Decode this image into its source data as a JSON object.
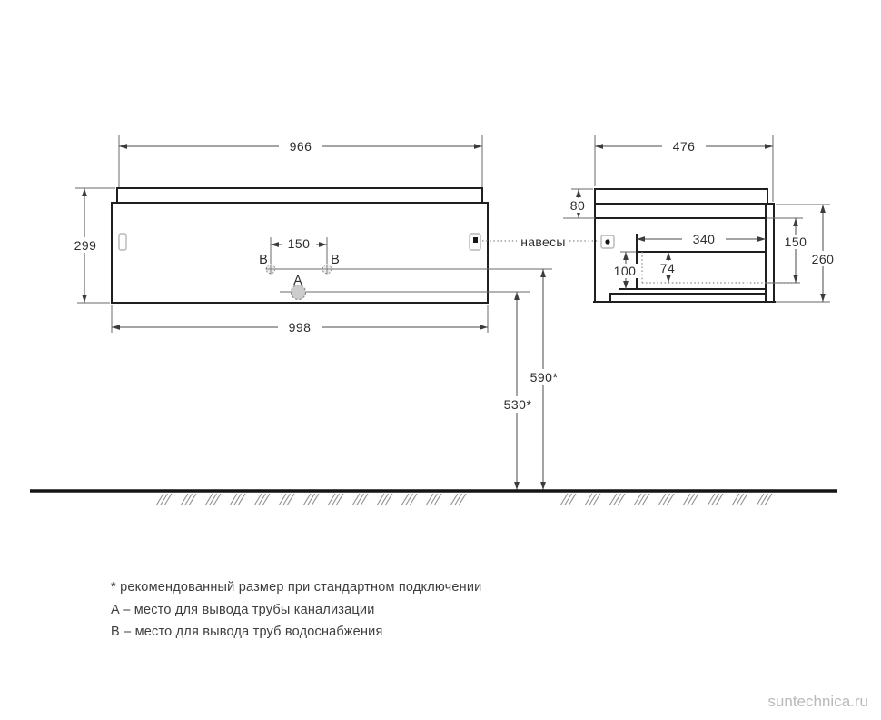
{
  "drawing": {
    "front_view": {
      "dim_top_width": "966",
      "dim_bottom_width": "998",
      "dim_height": "299",
      "dim_pipe_spacing": "150",
      "label_point_a": "A",
      "label_point_b": "B",
      "dim_b_height_from_floor": "590*",
      "dim_a_height_from_floor": "530*"
    },
    "side_view": {
      "dim_depth": "476",
      "dim_top_section_height": "80",
      "dim_inner_width": "340",
      "dim_inner_height": "100",
      "dim_pipe_offset": "74",
      "dim_opening_height": "150",
      "dim_body_height": "260"
    },
    "callout_hangers": "навесы"
  },
  "legend": {
    "note_asterisk": "* рекомендованный размер при стандартном подключении",
    "note_a": "A – место для вывода трубы канализации",
    "note_b": "B – место для вывода труб водоснабжения"
  },
  "watermark": "suntechnica.ru"
}
